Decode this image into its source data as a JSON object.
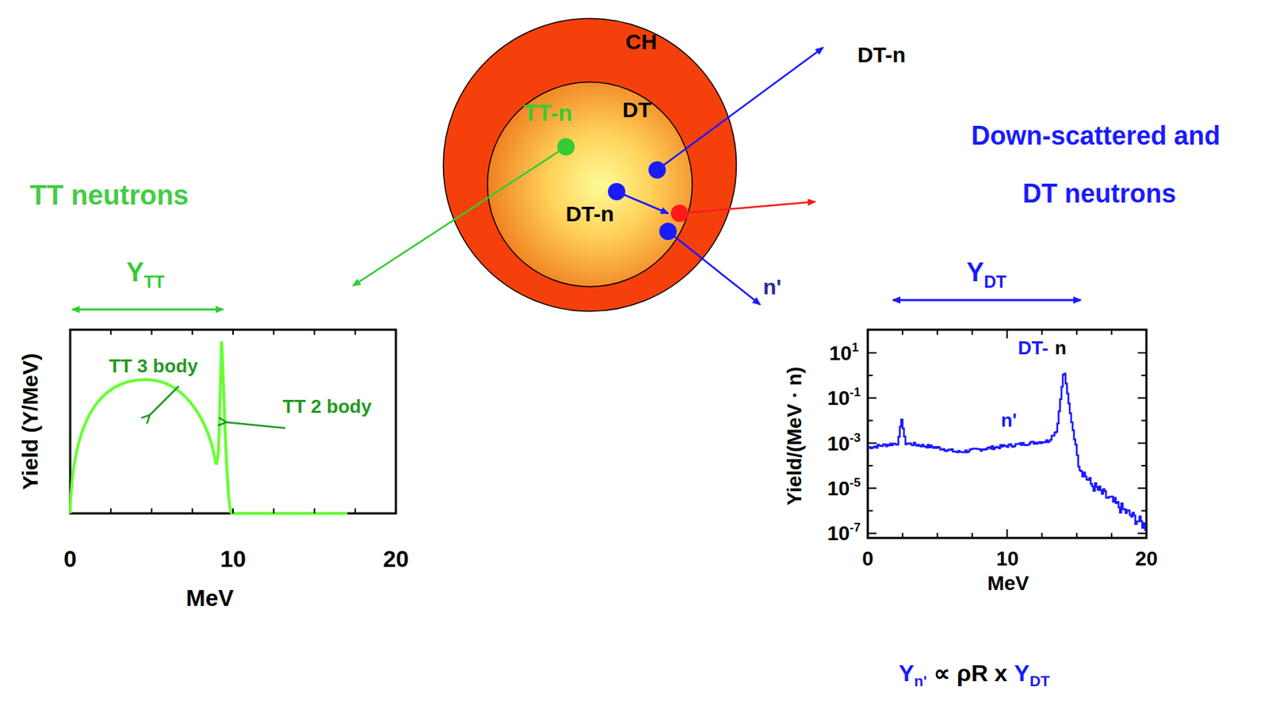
{
  "diagram": {
    "nodes": [
      {
        "text": [
          "CH"
        ]
      },
      {
        "text": [
          "DT"
        ],
        "in": 0
      }
    ],
    "labels": [
      "TT-n",
      "DT-n",
      "DT-n",
      "n'",
      "TT neutrons",
      "Down-scattered and",
      "DT neutrons",
      "Y",
      "TT",
      "Y",
      "DT",
      "Yield (Y/MeV)",
      "TT 3 body",
      "TT 2 body",
      "0",
      "10",
      "20",
      "MeV",
      "Yield/(MeV · n)",
      "10",
      "1",
      "10",
      "-1",
      "10",
      "-3",
      "10",
      "-5",
      "10",
      "-7",
      "DT-",
      "n",
      "n'",
      "0",
      "10",
      "20",
      "MeV",
      "Y",
      "n'",
      "∝ ρR x",
      "Y",
      "DT"
    ]
  }
}
